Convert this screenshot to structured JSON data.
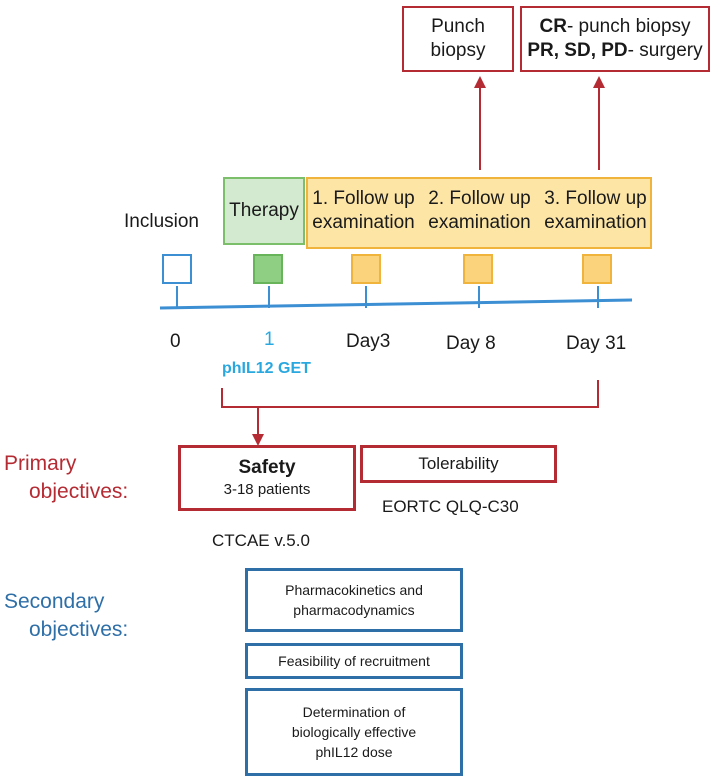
{
  "top_boxes": {
    "punch": {
      "line1": "Punch",
      "line2": "biopsy"
    },
    "cr": {
      "bold1": "CR",
      "rest1": "- punch biopsy",
      "bold2": "PR, SD, PD",
      "rest2": "- surgery"
    }
  },
  "timeline": {
    "inclusion_label": "Inclusion",
    "therapy_label": "Therapy",
    "followups": [
      {
        "line1": "1. Follow up",
        "line2": "examination"
      },
      {
        "line1": "2. Follow up",
        "line2": "examination"
      },
      {
        "line1": "3. Follow up",
        "line2": "examination"
      }
    ],
    "ticks": [
      "0",
      "1",
      "Day3",
      "Day 8",
      "Day 31"
    ],
    "get_label": "phIL12 GET"
  },
  "primary": {
    "label_line1": "Primary",
    "label_line2": "objectives:",
    "safety_title": "Safety",
    "safety_sub": "3-18 patients",
    "tolerability": "Tolerability",
    "eortc": "EORTC QLQ-C30",
    "ctcae": "CTCAE v.5.0"
  },
  "secondary": {
    "label_line1": "Secondary",
    "label_line2": "objectives:",
    "boxes": [
      {
        "line1": "Pharmacokinetics and",
        "line2": "pharmacodynamics"
      },
      {
        "line1": "Feasibility of recruitment"
      },
      {
        "line1": "Determination of",
        "line2": "biologically effective",
        "line3": "phIL12 dose"
      }
    ]
  },
  "colors": {
    "red": "#b52b33",
    "blue": "#2f6fa8",
    "timeline_blue": "#3c8fd3",
    "cyan": "#29a8e0",
    "therapy_green": "#d3ead0",
    "followup_yellow": "#fde5a6"
  }
}
